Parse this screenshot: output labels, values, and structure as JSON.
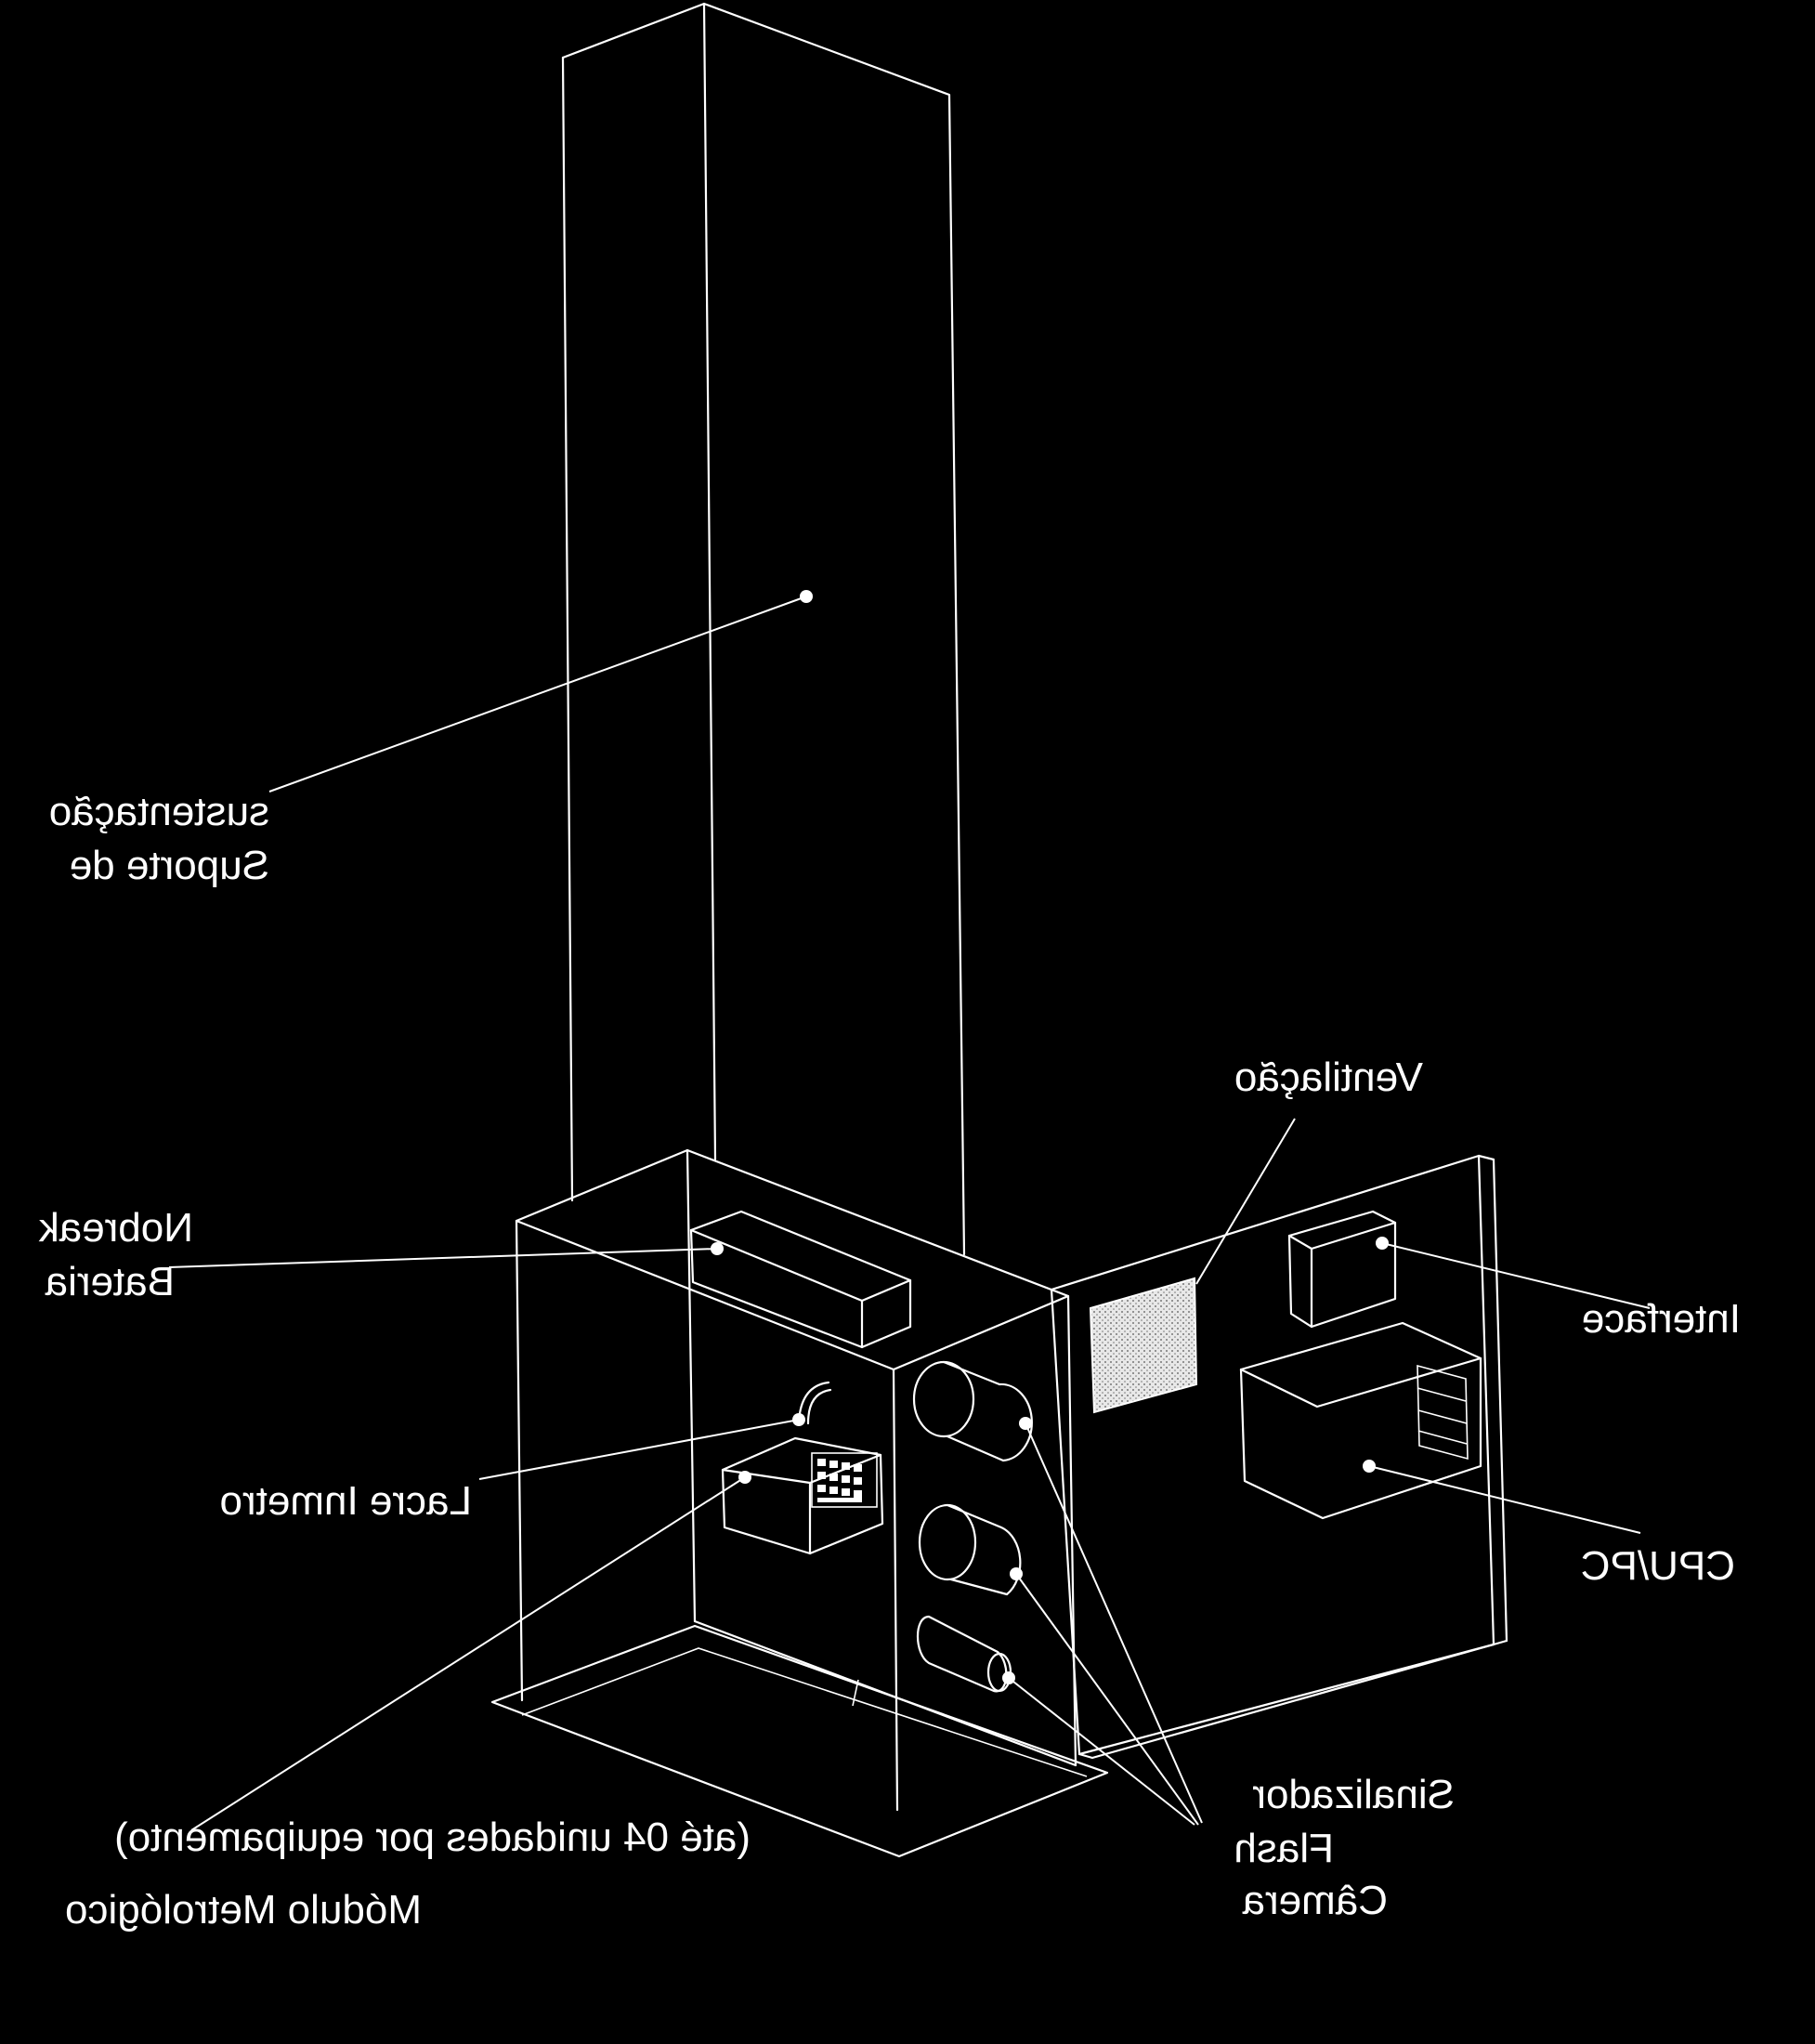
{
  "diagram": {
    "labels": {
      "suporte_line1": "sustentação",
      "suporte_line2": "Suporte de",
      "nobreak_line1": "Nobreak",
      "nobreak_line2": "Bateria",
      "lacre": "Lacre Inmetro",
      "modulo_line1": "(até 04 unidades por equipamento)",
      "modulo_line2": "Módulo Metrológico",
      "ventilacao": "Ventilação",
      "interface": "Interface",
      "cpu": "CPU/PC",
      "sinalizador": "Sinalizador",
      "flash": "Flash",
      "camera": "Câmera"
    },
    "colors": {
      "background": "#000000",
      "line": "#ffffff"
    }
  }
}
